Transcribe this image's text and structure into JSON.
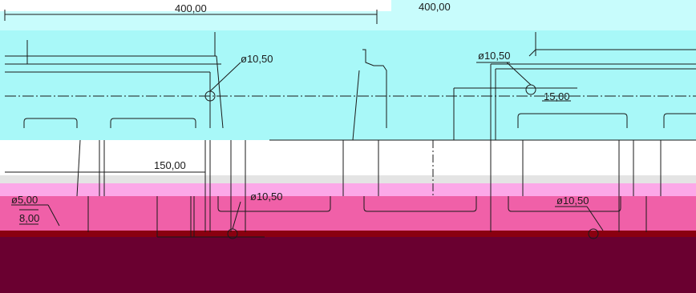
{
  "colors": {
    "background": "#ffffff",
    "band_cyan": "#a8f8f8",
    "band_cyan_light": "#c8fcfc",
    "band_magenta": "#f060a8",
    "band_pink_light": "#fca8e8",
    "band_dark_red": "#8a0010",
    "band_maroon": "#6a0030",
    "band_gray": "#d8d8d8",
    "line": "#1a1a1a"
  },
  "drawing": {
    "labels": {
      "top_overall": "400,00",
      "top_partial": "400,00",
      "dia_top_left": "ø10,50",
      "dia_top_right": "ø10,50",
      "offset_15": "15,00",
      "offset_150": "150,00",
      "dia_5": "ø5,00",
      "offset_8": "8,00",
      "dia_bottom_center": "ø10,50",
      "dia_bottom_right": "ø10,50"
    }
  }
}
